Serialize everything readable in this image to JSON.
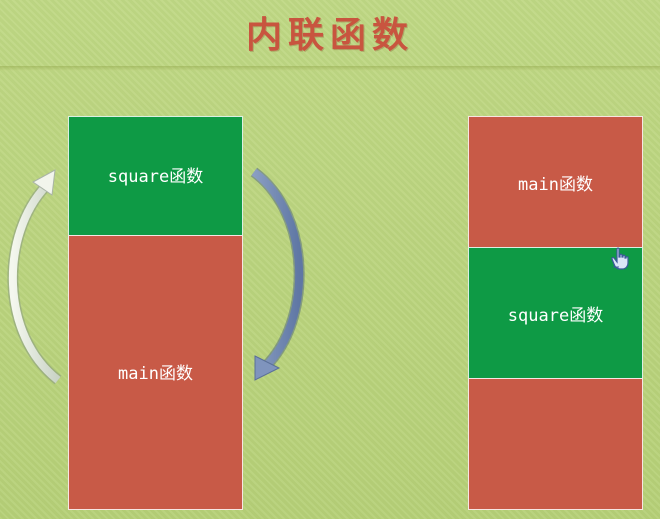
{
  "slide": {
    "title": "内联函数"
  },
  "left_stack": {
    "top_label": "square函数",
    "bottom_label": "main函数"
  },
  "right_stack": {
    "top_label": "main函数",
    "middle_label": "square函数",
    "bottom_label": ""
  },
  "colors": {
    "background": "#b9d37a",
    "title": "#c8553f",
    "green_block": "#0e9a45",
    "red_block": "#c85a47"
  },
  "icons": [
    "curved-arrow-up-icon",
    "curved-arrow-down-icon",
    "hand-cursor-icon"
  ]
}
